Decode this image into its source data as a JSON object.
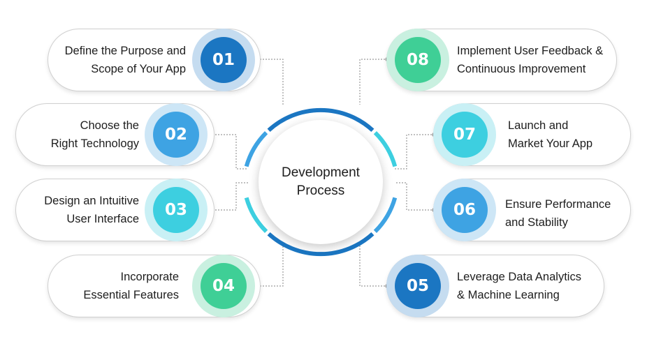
{
  "center": {
    "title": "Development Process"
  },
  "steps": [
    {
      "number": "01",
      "label_lines": [
        "Define the Purpose and",
        "Scope of Your App"
      ],
      "color": "#1b76c2",
      "ring": "#c5dcf0"
    },
    {
      "number": "02",
      "label_lines": [
        "Choose the",
        "Right Technology"
      ],
      "color": "#3ea3e3",
      "ring": "#cde6f6"
    },
    {
      "number": "03",
      "label_lines": [
        "Design an Intuitive",
        "User Interface"
      ],
      "color": "#3dcfe0",
      "ring": "#c9f0f5"
    },
    {
      "number": "04",
      "label_lines": [
        "Incorporate",
        "Essential Features"
      ],
      "color": "#3fcf96",
      "ring": "#c9f0e0"
    },
    {
      "number": "05",
      "label_lines": [
        "Leverage Data Analytics",
        "& Machine Learning"
      ],
      "color": "#1b76c2",
      "ring": "#c5dcf0"
    },
    {
      "number": "06",
      "label_lines": [
        "Ensure Performance",
        "and Stability"
      ],
      "color": "#3ea3e3",
      "ring": "#cde6f6"
    },
    {
      "number": "07",
      "label_lines": [
        "Launch and",
        "Market Your App"
      ],
      "color": "#3dcfe0",
      "ring": "#c9f0f5"
    },
    {
      "number": "08",
      "label_lines": [
        "Implement User Feedback &",
        "Continuous Improvement"
      ],
      "color": "#3fcf96",
      "ring": "#c9f0e0"
    }
  ],
  "colors": {
    "ring_dark_blue": "#1b76c2",
    "ring_light_blue": "#3ea3e3",
    "ring_cyan": "#3dcfe0",
    "connector": "#9a9a9a"
  }
}
